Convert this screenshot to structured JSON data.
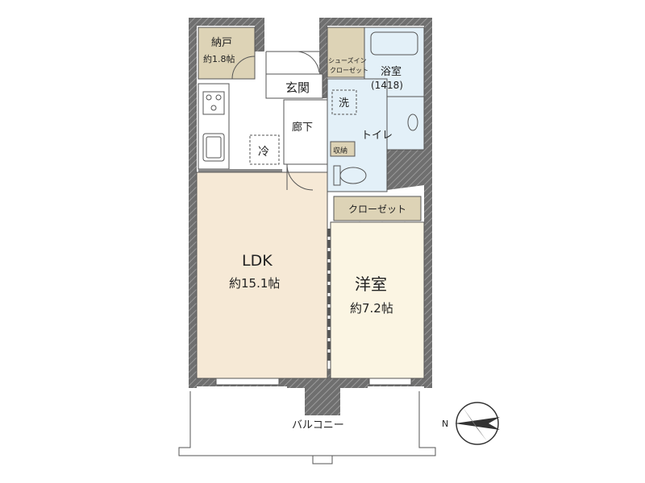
{
  "floorplan": {
    "rooms": {
      "storage": {
        "name": "納戸",
        "area": "約1.8帖"
      },
      "shoe_closet": {
        "line1": "シューズイン",
        "line2": "クローゼット"
      },
      "bathroom": {
        "name": "浴室",
        "size": "(1418)"
      },
      "entrance": {
        "name": "玄関"
      },
      "washer": {
        "name": "洗"
      },
      "hallway": {
        "name": "廊下"
      },
      "toilet": {
        "name": "トイレ"
      },
      "fridge": {
        "name": "冷"
      },
      "storage_small": {
        "name": "収納"
      },
      "closet": {
        "name": "クローゼット"
      },
      "ldk": {
        "name": "LDK",
        "area": "約15.1帖"
      },
      "western_room": {
        "name": "洋室",
        "area": "約7.2帖"
      },
      "balcony": {
        "name": "バルコニー"
      }
    },
    "compass": {
      "label": "N"
    }
  },
  "colors": {
    "wall": "#8a8a8a",
    "ldk": "#f6e9d6",
    "western_room": "#fbf5e3",
    "wet_area": "#e3f0f8",
    "storage": "#ddd3b6",
    "line": "#555555"
  }
}
